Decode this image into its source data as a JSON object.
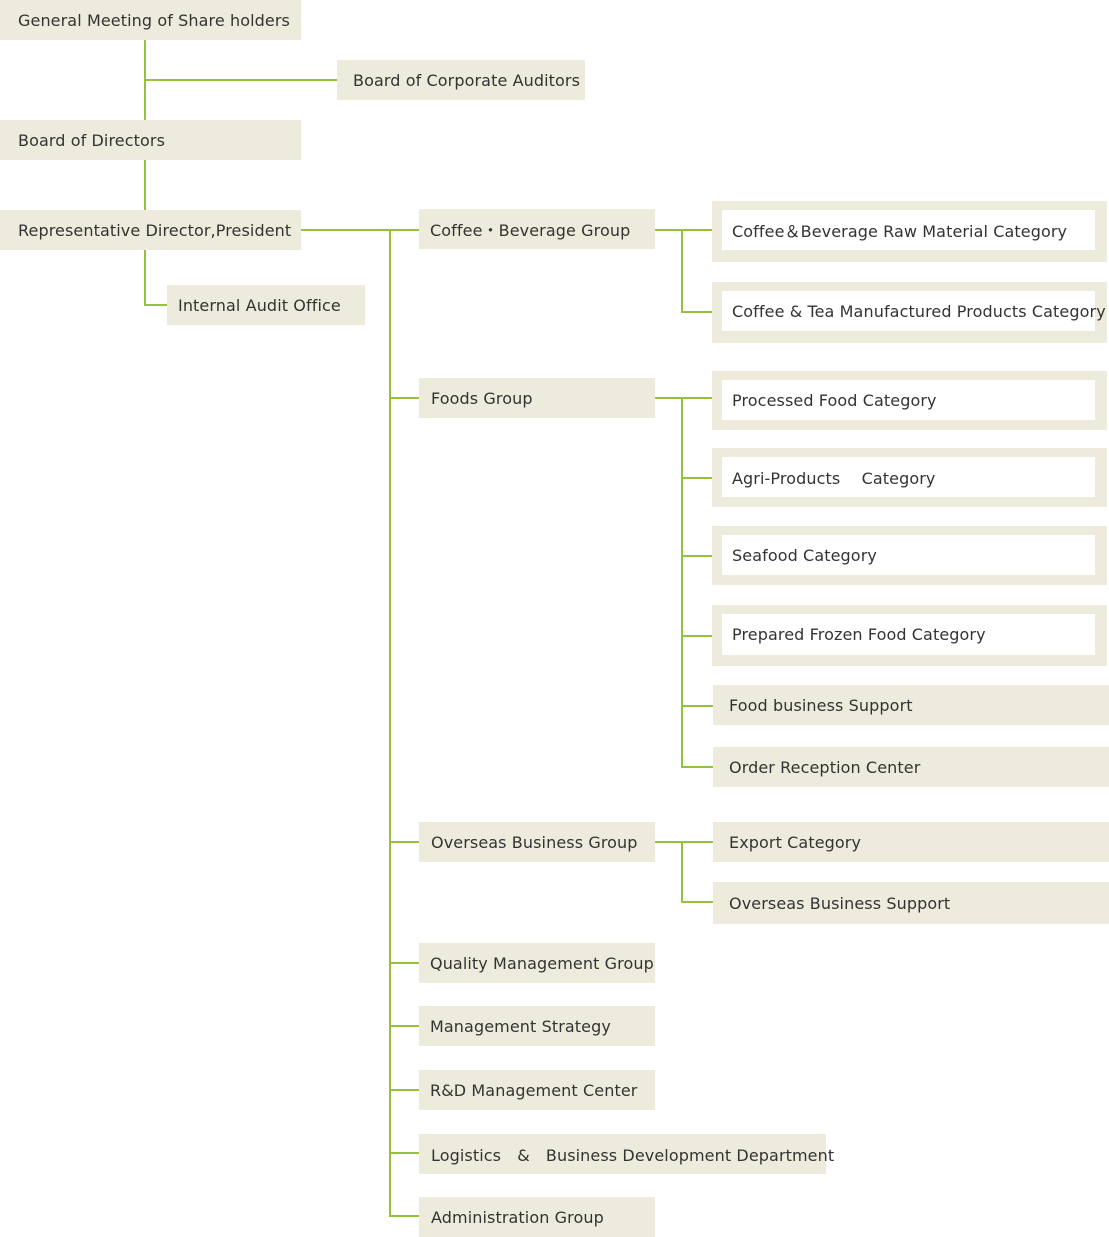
{
  "top": {
    "shareholders": "General Meeting of Share holders",
    "auditors": "Board of Corporate Auditors",
    "directors": "Board of Directors",
    "president": "Representative Director,President",
    "internal_audit": "Internal Audit Office"
  },
  "groups": {
    "coffee": "Coffee・Beverage Group",
    "foods": "Foods Group",
    "overseas": "Overseas Business Group",
    "quality": "Quality Management Group",
    "strategy": "Management Strategy",
    "rnd": "R&D Management Center",
    "logistics": "Logistics　&　Business Development Department",
    "admin": "Administration Group"
  },
  "coffee_units": {
    "raw_material": "Coffee＆Beverage Raw Material Category",
    "manufactured": "Coffee & Tea Manufactured Products Category"
  },
  "foods_units": {
    "processed": "Processed Food Category",
    "agri": "Agri-Products　 Category",
    "seafood": "Seafood Category",
    "frozen": "Prepared Frozen Food Category",
    "support": "Food business Support",
    "order": "Order Reception Center"
  },
  "overseas_units": {
    "export": "Export Category",
    "support": "Overseas Business Support"
  },
  "colors": {
    "box_fill": "#edebdb",
    "connector": "#95c23d"
  }
}
